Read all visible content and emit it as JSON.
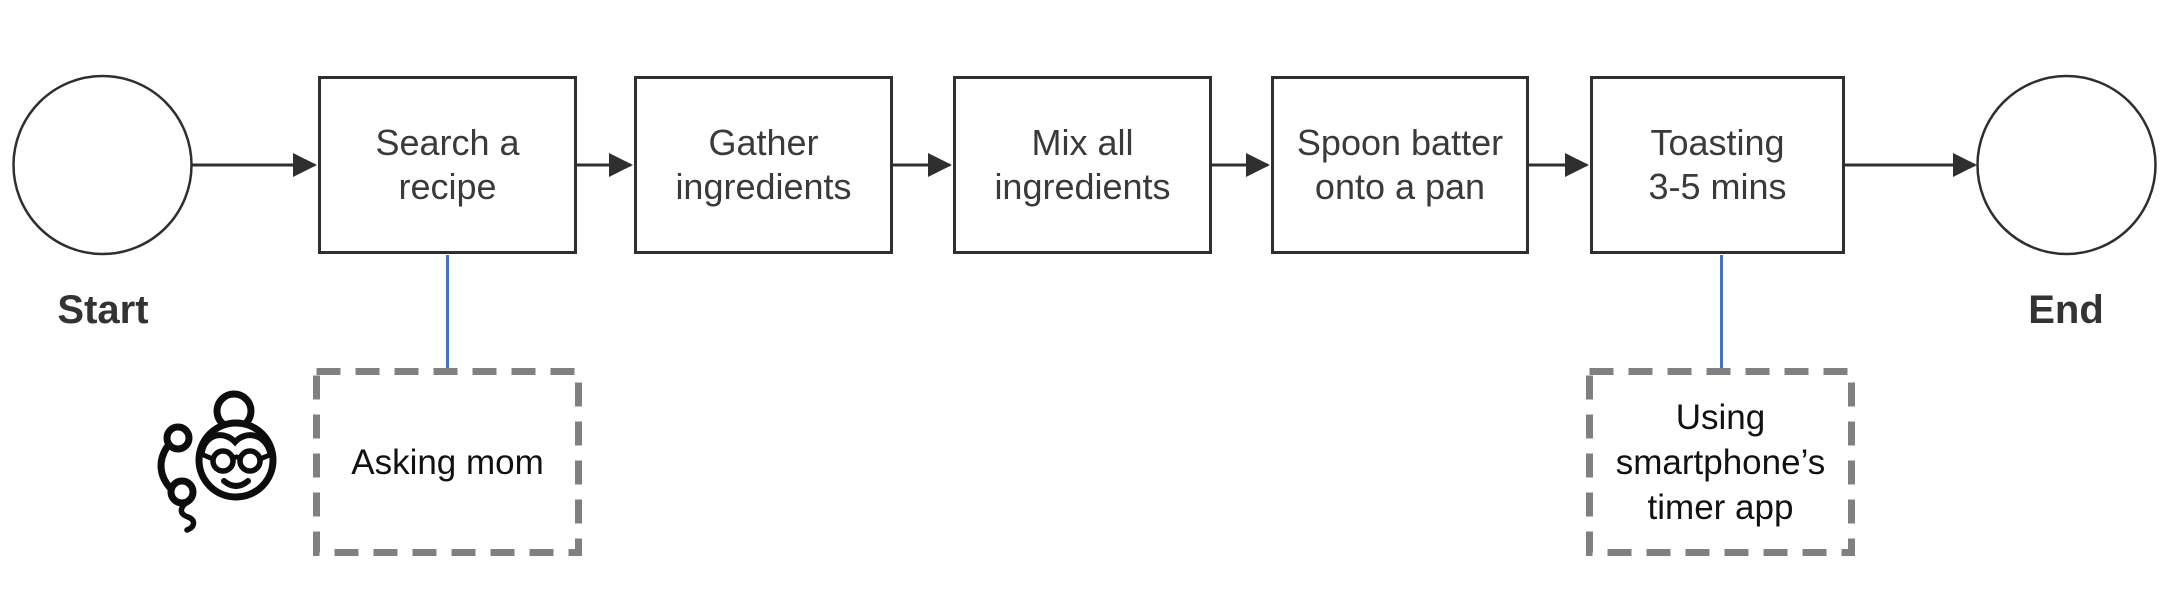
{
  "diagram": {
    "start_label": "Start",
    "end_label": "End",
    "steps": [
      {
        "label": "Search a\nrecipe"
      },
      {
        "label": "Gather\ningredients"
      },
      {
        "label": "Mix all\ningredients"
      },
      {
        "label": "Spoon batter\nonto a pan"
      },
      {
        "label": "Toasting\n3-5 mins"
      }
    ],
    "annotations": {
      "asking_mom": {
        "label": "Asking mom",
        "icon": "grandma-on-phone-icon"
      },
      "timer": {
        "label": "Using\nsmartphone’s\ntimer app"
      }
    },
    "colors": {
      "background": "#ffffff",
      "shape_stroke": "#2f2f2f",
      "connector_blue": "#4472c4",
      "dashed_gray": "#808080",
      "box_text": "#3a3a3a",
      "label_text": "#333333",
      "icon_black": "#0d0d0d"
    }
  }
}
